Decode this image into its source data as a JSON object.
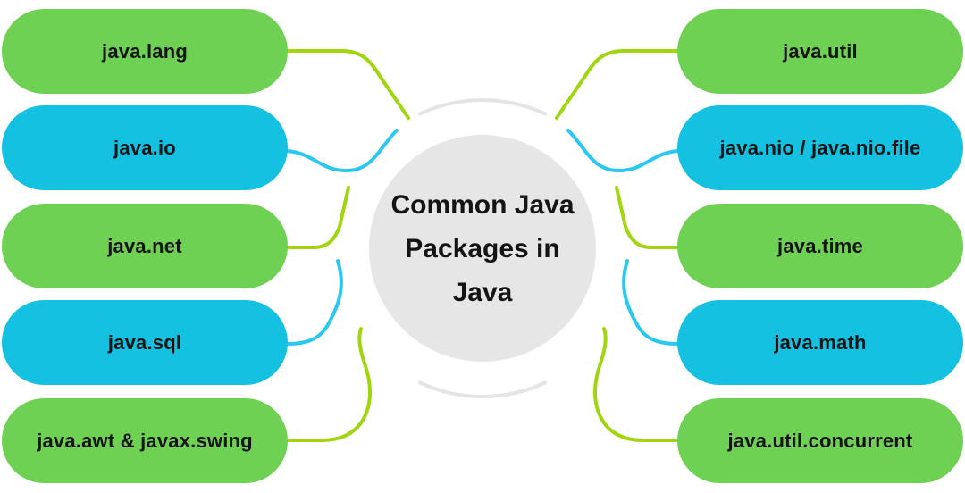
{
  "diagram": {
    "center": {
      "title_lines": [
        "Common Java",
        "Packages in",
        "Java"
      ]
    },
    "left_nodes": [
      {
        "label": "java.lang",
        "color": "green"
      },
      {
        "label": "java.io",
        "color": "cyan"
      },
      {
        "label": "java.net",
        "color": "green"
      },
      {
        "label": "java.sql",
        "color": "cyan"
      },
      {
        "label": "java.awt & javax.swing",
        "color": "green"
      }
    ],
    "right_nodes": [
      {
        "label": "java.util",
        "color": "green"
      },
      {
        "label": "java.nio / java.nio.file",
        "color": "cyan"
      },
      {
        "label": "java.time",
        "color": "green"
      },
      {
        "label": "java.math",
        "color": "cyan"
      },
      {
        "label": "java.util.concurrent",
        "color": "green"
      }
    ],
    "palette": {
      "node_green": "#6FD153",
      "node_cyan": "#15C1E0",
      "line_green": "#9FD60E",
      "line_cyan": "#2AC8F0",
      "center_fill": "#E6E6E6",
      "ring_stroke": "#E4E4E4",
      "text": "#141414",
      "background": "#FFFFFF"
    }
  }
}
